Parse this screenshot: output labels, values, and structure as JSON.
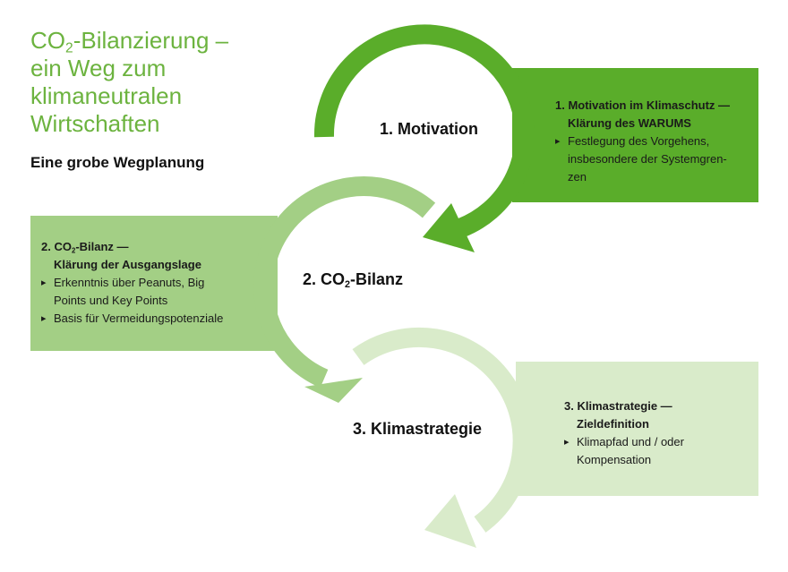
{
  "title": {
    "line1_pre": "CO",
    "line1_sub": "2",
    "line1_post": "-Bilanzierung –",
    "line2": "ein Weg zum",
    "line3": "klimaneutralen",
    "line4": "Wirtschaften"
  },
  "subtitle": "Eine grobe Wegplanung",
  "steps": {
    "step1": {
      "label": "1. Motivation"
    },
    "step2": {
      "label_pre": "2. CO",
      "label_sub": "2",
      "label_post": "-Bilanz"
    },
    "step3": {
      "label": "3. Klimastrategie"
    }
  },
  "boxes": {
    "box1": {
      "head1": "1. Motivation im Klimaschutz —",
      "head2": "Klärung des WARUMS",
      "bullets": [
        "Festlegung des Vorgehens,",
        "insbesondere der Systemgren-",
        "zen"
      ]
    },
    "box2": {
      "head1_pre": "2. CO",
      "head1_sub": "2",
      "head1_post": "-Bilanz —",
      "head2": "Klärung der Ausgangslage",
      "bullet1_a": "Erkenntnis über Peanuts, Big",
      "bullet1_b": "Points und Key Points",
      "bullet2": "Basis für Vermeidungspotenziale"
    },
    "box3": {
      "head1": "3. Klimastrategie —",
      "head2": "Zieldefinition",
      "bullet1_a": "Klimapfad und / oder",
      "bullet1_b": "Kompensation"
    }
  },
  "colors": {
    "title": "#6cb33f",
    "arrow1": "#5aad2a",
    "arrow2": "#a3cf85",
    "arrow3": "#d9ebca"
  }
}
